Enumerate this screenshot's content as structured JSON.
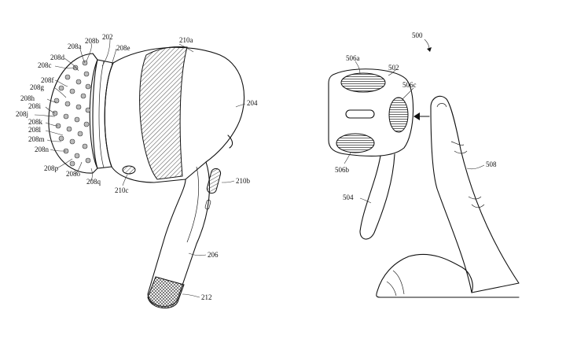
{
  "figure": {
    "ref_numbers": {
      "n202": "202",
      "n204": "204",
      "n206": "206",
      "n208a": "208a",
      "n208b": "208b",
      "n208c": "208c",
      "n208d": "208d",
      "n208e": "208e",
      "n208f": "208f",
      "n208g": "208g",
      "n208h": "208h",
      "n208i": "208i",
      "n208j": "208j",
      "n208k": "208k",
      "n208l": "208l",
      "n208m": "208m",
      "n208n": "208n",
      "n208o": "208o",
      "n208p": "208p",
      "n208q": "208q",
      "n210a": "210a",
      "n210b": "210b",
      "n210c": "210c",
      "n212": "212",
      "n500": "500",
      "n502": "502",
      "n504": "504",
      "n506a": "506a",
      "n506b": "506b",
      "n506c": "506c",
      "n508": "508"
    },
    "colors": {
      "line": "#111111",
      "background": "#ffffff",
      "hatch": "#333333"
    }
  }
}
